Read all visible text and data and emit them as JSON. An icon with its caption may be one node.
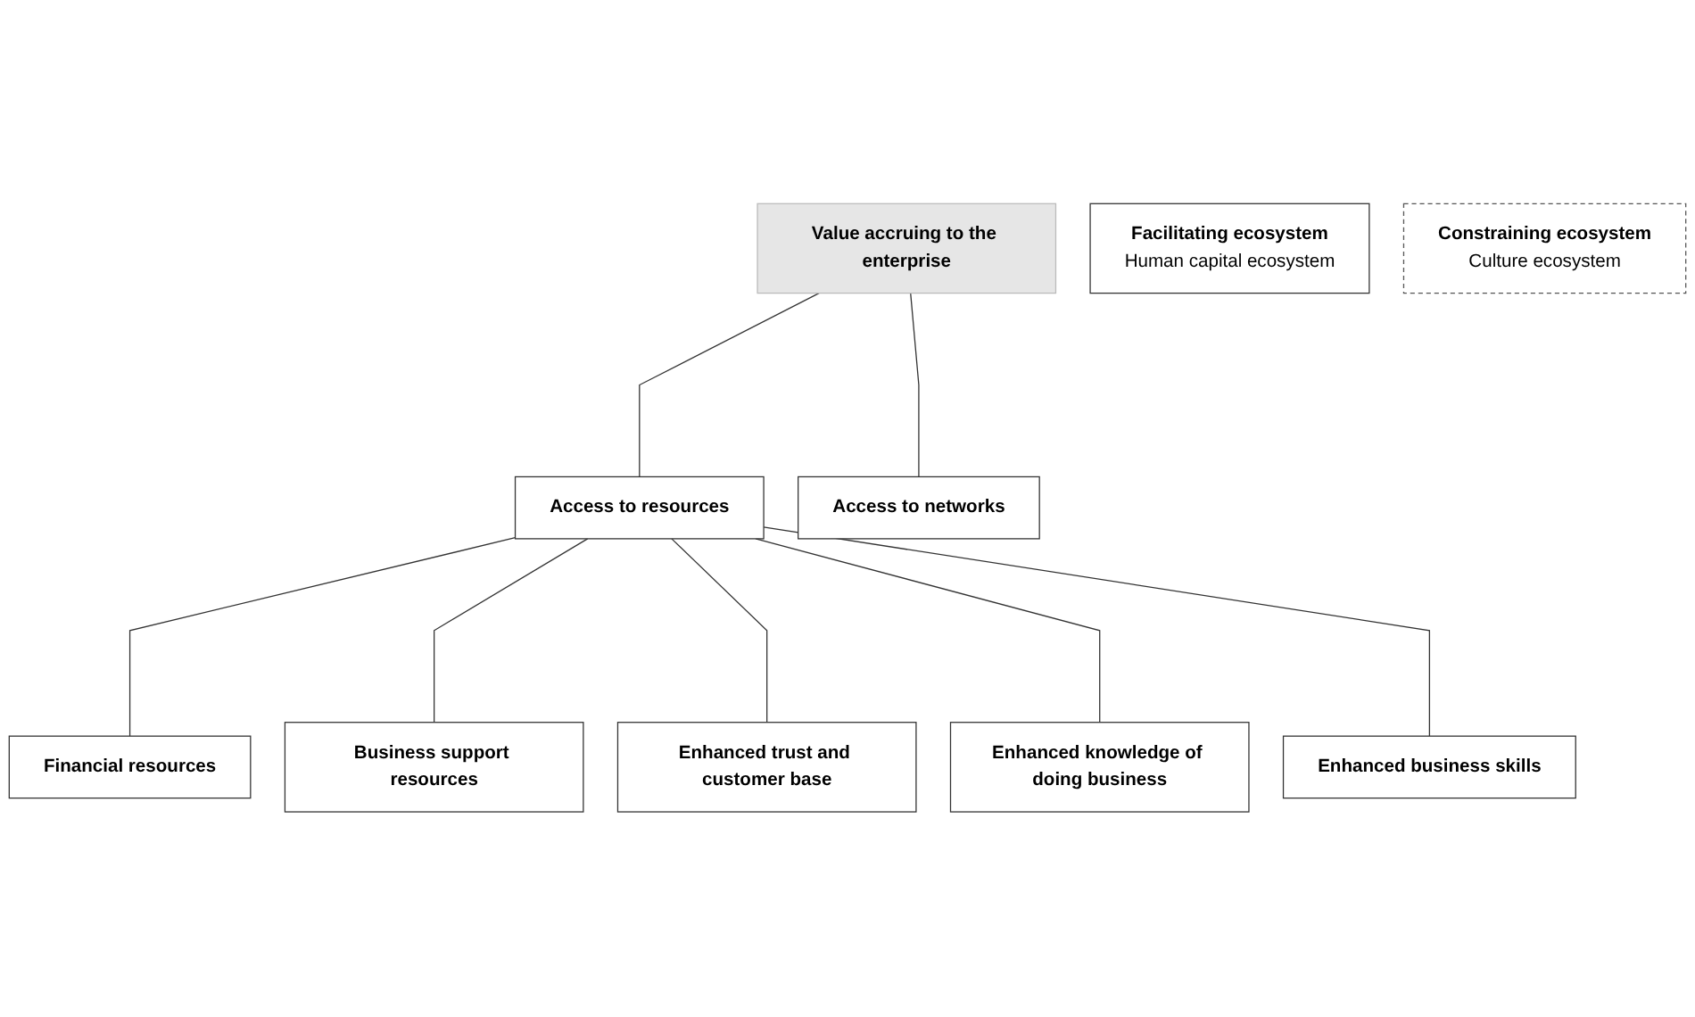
{
  "diagram": {
    "nodes": [
      {
        "text": [
          "Value accruing to the enterprise"
        ]
      },
      {
        "text": [
          "Access to resources"
        ]
      },
      {
        "text": [
          "Access to networks"
        ]
      },
      {
        "text": [
          "Financial resources"
        ]
      },
      {
        "text": [
          "Business support resources"
        ]
      },
      {
        "text": [
          "Enhanced trust and customer base"
        ]
      },
      {
        "text": [
          "Enhanced knowledge of doing business"
        ]
      },
      {
        "text": [
          "Enhanced business skills"
        ]
      },
      {
        "text": [
          "Facilitating ecosystem",
          "Human capital ecosystem"
        ]
      },
      {
        "text": [
          "Constraining ecosystem",
          "Culture ecosystem"
        ]
      }
    ],
    "edges": [
      {
        "from": 0,
        "to": 1,
        "arrow": "none"
      },
      {
        "from": 0,
        "to": 2,
        "arrow": "none"
      },
      {
        "from": 1,
        "to": 3,
        "arrow": "none"
      },
      {
        "from": 1,
        "to": 4,
        "arrow": "none"
      },
      {
        "from": 1,
        "to": 5,
        "arrow": "none"
      },
      {
        "from": 1,
        "to": 6,
        "arrow": "none"
      },
      {
        "from": 1,
        "to": 7,
        "arrow": "none"
      }
    ]
  }
}
